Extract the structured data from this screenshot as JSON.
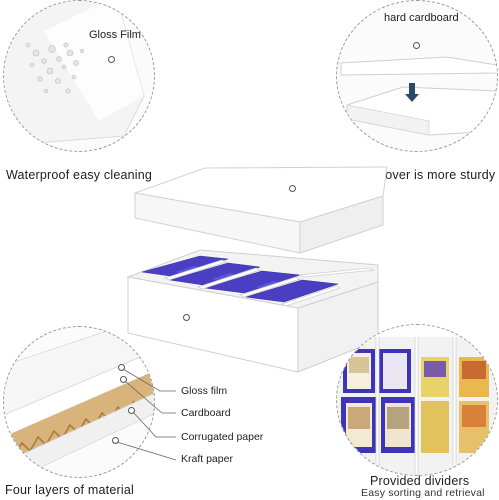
{
  "top_left": {
    "callout": "Gloss Film",
    "caption": "Waterproof easy cleaning"
  },
  "top_right": {
    "callout": "hard cardboard",
    "caption": "The cover is more sturdy"
  },
  "bottom_left": {
    "layers": [
      "Gloss film",
      "Cardboard",
      "Corrugated paper",
      "Kraft paper"
    ],
    "caption": "Four layers of material"
  },
  "bottom_right": {
    "caption": "Provided dividers",
    "subcaption": "Easy sorting and retrieval"
  },
  "colors": {
    "dashed_circle": "#9a9a9a",
    "card_sleeve": "#4a3fc2",
    "kraft": "#c89a5a",
    "box_white": "#ffffff"
  }
}
